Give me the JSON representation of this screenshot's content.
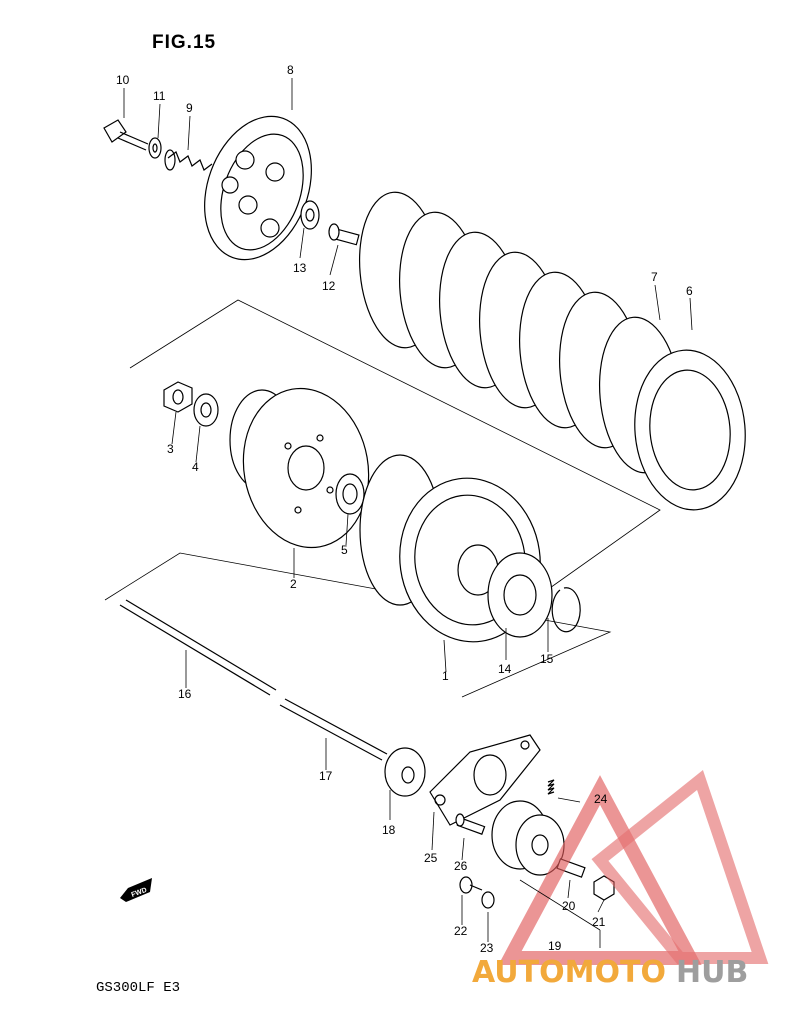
{
  "figure": {
    "title": "FIG.15",
    "model": "GS300LF E3",
    "fwd_label": "FWD"
  },
  "watermark": {
    "part1": "AUTOMOTO",
    "part2": "HUB",
    "color_primary": "#f2a93b",
    "color_secondary": "#9e9e9e",
    "logo_color": "#e05a5a"
  },
  "callouts": [
    "1",
    "2",
    "3",
    "4",
    "5",
    "6",
    "7",
    "8",
    "9",
    "10",
    "11",
    "12",
    "13",
    "14",
    "15",
    "16",
    "17",
    "18",
    "19",
    "20",
    "21",
    "23",
    "24",
    "25",
    "26",
    "22"
  ]
}
